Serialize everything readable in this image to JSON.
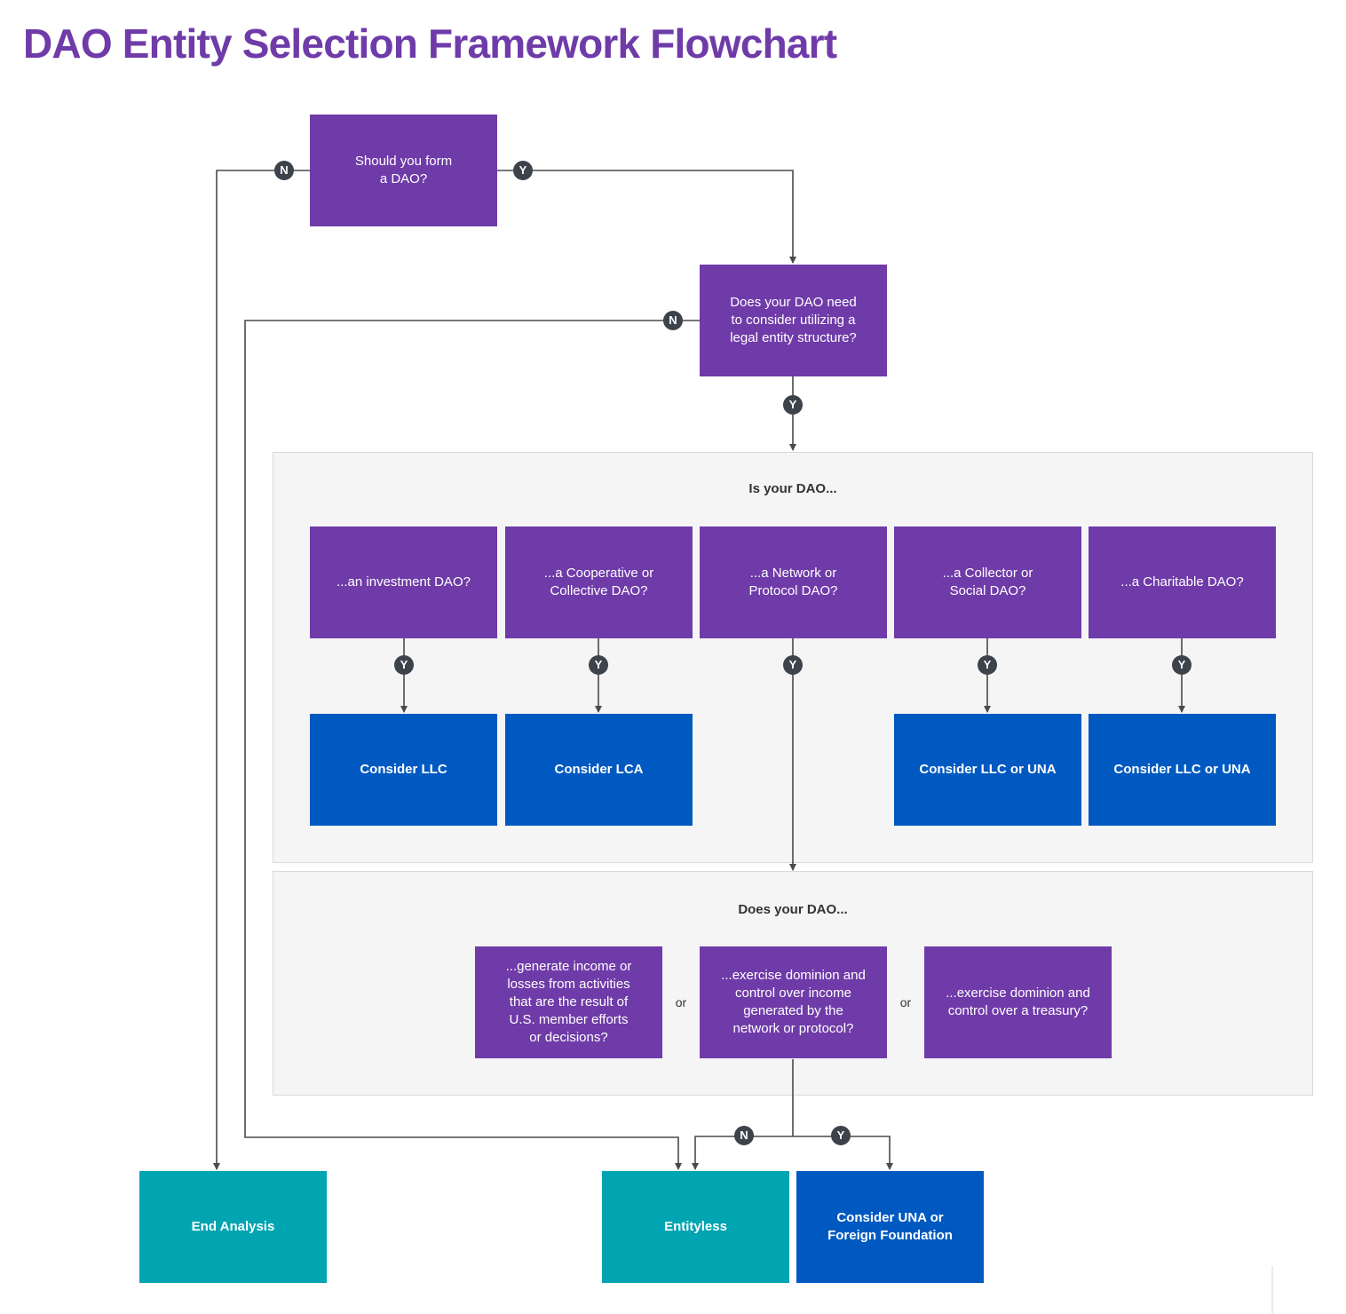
{
  "title": "DAO Entity Selection Framework Flowchart",
  "colors": {
    "title": "#6f3ba8",
    "question": "#6f3ba8",
    "recommendation": "#0059c1",
    "terminal": "#00a5b1",
    "connector": "#4a4a4a",
    "badge": "#3d434b",
    "panel": "#f5f5f5"
  },
  "nodes": {
    "q1": "Should you form\na DAO?",
    "q2": "Does your DAO need\nto consider utilizing a\nlegal entity structure?",
    "panel1_label": "Is your DAO...",
    "t_investment": "...an investment DAO?",
    "t_coop": "...a Cooperative or\nCollective DAO?",
    "t_network": "...a Network or\nProtocol DAO?",
    "t_collector": "...a Collector or\nSocial DAO?",
    "t_charitable": "...a Charitable DAO?",
    "r_llc": "Consider LLC",
    "r_lca": "Consider LCA",
    "r_llc_una_1": "Consider LLC or UNA",
    "r_llc_una_2": "Consider LLC or UNA",
    "panel2_label": "Does your DAO...",
    "c_income": "...generate income or\nlosses from activities\nthat are the result of\nU.S. member efforts\nor decisions?",
    "c_dominion_income": "...exercise dominion and\ncontrol over income\ngenerated by the\nnetwork or protocol?",
    "c_treasury": "...exercise dominion and\ncontrol over a treasury?",
    "or1": "or",
    "or2": "or",
    "end_analysis": "End Analysis",
    "entityless": "Entityless",
    "una_foundation": "Consider UNA or\nForeign Foundation"
  },
  "badges": {
    "yes": "Y",
    "no": "N"
  },
  "icons": [
    "arrowhead-icon"
  ]
}
